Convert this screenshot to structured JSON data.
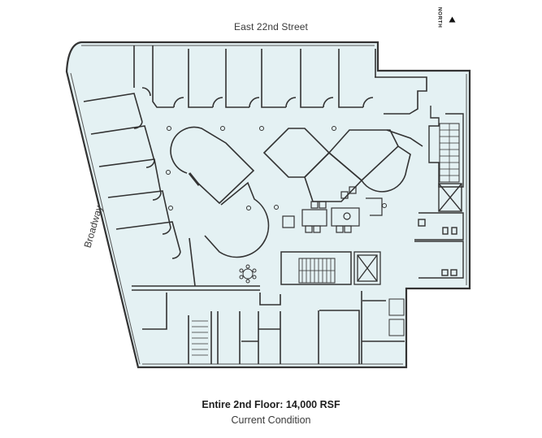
{
  "labels": {
    "street_north": "East 22nd Street",
    "street_west": "Broadway",
    "north_indicator": "NORTH"
  },
  "caption": {
    "title": "Entire 2nd Floor: 14,000 RSF",
    "subtitle": "Current Condition"
  },
  "colors": {
    "floor_fill": "#e4f1f3",
    "wall": "#333333",
    "background": "#ffffff"
  },
  "icons": {
    "north_arrow": "triangle-right",
    "elevator": "box-with-x",
    "stair": "hatched-rectangle",
    "column": "circle-dot"
  }
}
